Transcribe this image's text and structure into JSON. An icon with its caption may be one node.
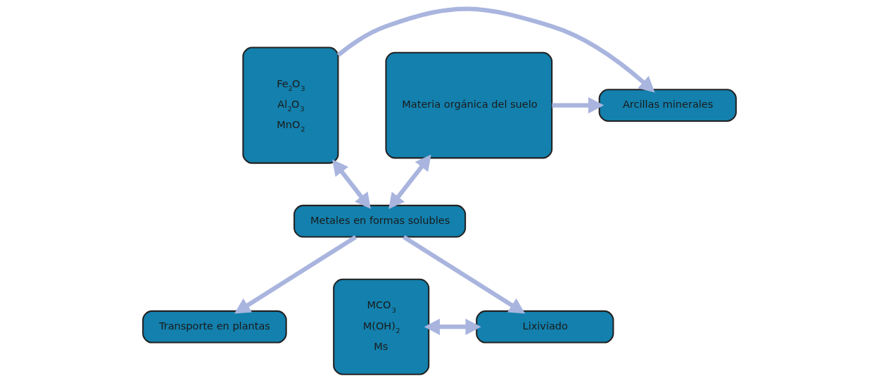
{
  "diagram": {
    "nodes": [
      {
        "text": [
          "Fe$_{2}$O$_{3}$",
          "Al$_{2}$O$_{3}$",
          "MnO$_{2}$"
        ]
      },
      {
        "text": [
          "Arcillas minerales"
        ]
      },
      {
        "text": [
          "Materia orgánica del suelo"
        ]
      },
      {
        "text": [
          "Metales en formas solubles"
        ]
      },
      {
        "text": [
          "MCO$_{3}$",
          "M(OH)$_{2}$",
          "Ms"
        ]
      },
      {
        "text": [
          "Lixiviado"
        ]
      },
      {
        "text": [
          "Transporte en plantas"
        ]
      }
    ],
    "edges": [
      {
        "from": 0,
        "to": 1,
        "arrow": "to"
      },
      {
        "from": 2,
        "to": 1,
        "arrow": "to"
      },
      {
        "from": 0,
        "to": 3,
        "arrow": "both"
      },
      {
        "from": 3,
        "to": 2,
        "arrow": "both"
      },
      {
        "from": 3,
        "to": 5,
        "arrow": "to"
      },
      {
        "from": 3,
        "to": 6,
        "arrow": "to"
      },
      {
        "from": 4,
        "to": 5,
        "arrow": "both"
      }
    ]
  }
}
